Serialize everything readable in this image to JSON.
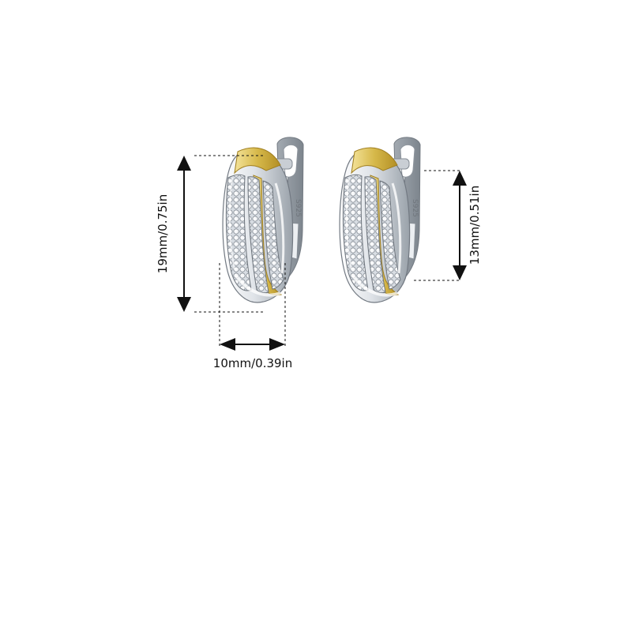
{
  "product": {
    "stamp": "S925",
    "colors": {
      "background": "#ffffff",
      "silver": "#d9dde2",
      "silver_shadow": "#8f969e",
      "gold": "#d6b84a",
      "gold_highlight": "#f4e39a",
      "stone": "#f4f6f8",
      "dimension_line": "#111111"
    }
  },
  "dimensions": {
    "height_label": "19mm/0.75in",
    "width_label": "10mm/0.39in",
    "clip_label": "13mm/0.51in"
  }
}
